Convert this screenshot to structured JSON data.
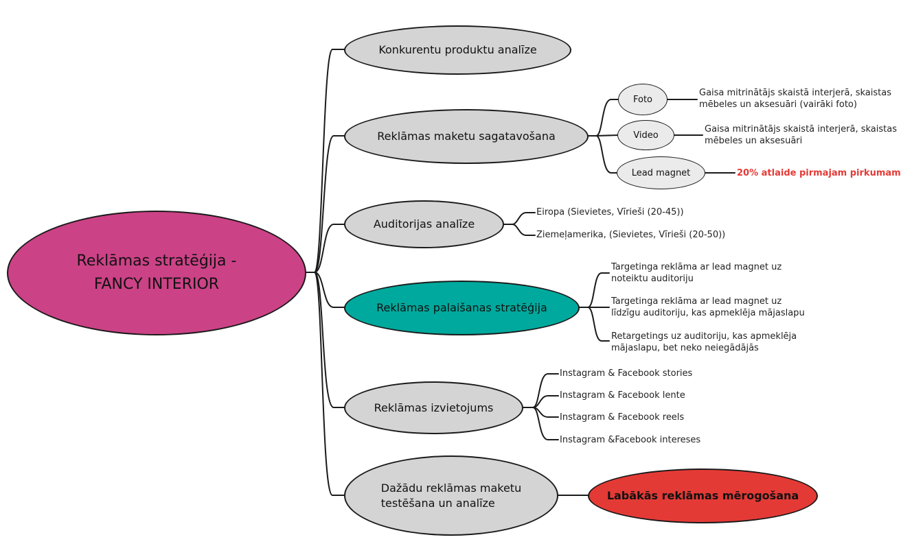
{
  "root": {
    "line1": "Reklāmas stratēģija -",
    "line2": "FANCY INTERIOR",
    "color": "#cc4286"
  },
  "branches": {
    "b1": "Konkurentu produktu analīze",
    "b2": "Reklāmas maketu sagatavošana",
    "b3": "Auditorijas analīze",
    "b4": "Reklāmas palaišanas stratēģija",
    "b5": "Reklāmas izvietojums",
    "b6_line1": "Dažādu reklāmas maketu",
    "b6_line2": "testēšana un analīze",
    "b7": "Labākās reklāmas mērogošana"
  },
  "maketi": {
    "foto": "Foto",
    "video": "Video",
    "lead": "Lead magnet",
    "foto_desc1": "Gaisa mitrinātājs skaistā interjerā, skaistas",
    "foto_desc2": "mēbeles un aksesuāri (vairāki foto)",
    "video_desc1": "Gaisa mitrinātājs skaistā interjerā, skaistas",
    "video_desc2": "mēbeles un aksesuāri",
    "lead_desc": "20% atlaide pirmajam pirkumam"
  },
  "auditorija": {
    "a1": "Eiropa (Sievietes, Vīrieši (20-45))",
    "a2": "Ziemeļamerika, (Sievietes, Vīrieši (20-50))"
  },
  "palaisana": {
    "p1_line1": "Targetinga reklāma ar lead magnet uz",
    "p1_line2": "noteiktu auditoriju",
    "p2_line1": "Targetinga reklāma ar lead magnet uz",
    "p2_line2": "līdzīgu auditoriju, kas apmeklēja mājaslapu",
    "p3_line1": "Retargetings uz auditoriju, kas apmeklēja",
    "p3_line2": "mājaslapu, bet neko neiegādājās"
  },
  "izvietojums": {
    "i1": "Instagram & Facebook stories",
    "i2": "Instagram & Facebook lente",
    "i3": "Instagram & Facebook reels",
    "i4": "Instagram &Facebook intereses"
  },
  "colors": {
    "branch": "#d4d4d4",
    "teal": "#00a99d",
    "red": "#e43a36",
    "line": "#1a1a1a"
  }
}
